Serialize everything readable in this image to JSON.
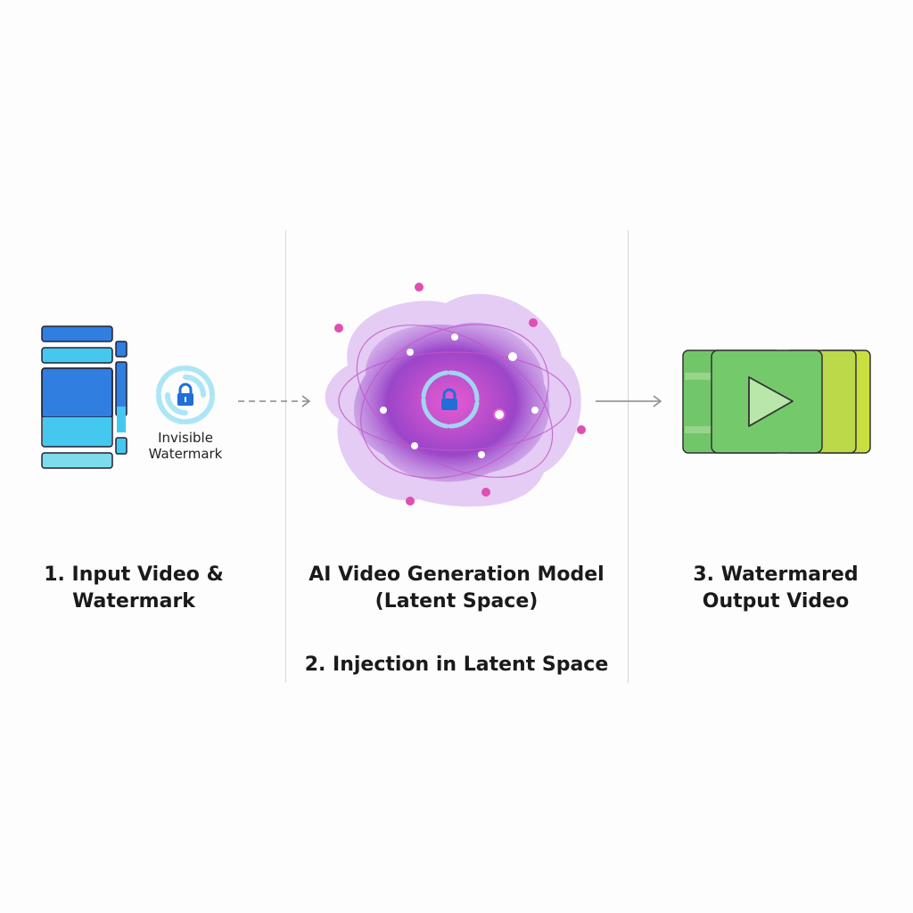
{
  "stages": [
    {
      "title_line1": "1. Input Video &",
      "title_line2": "Watermark",
      "icon": "video-frames-icon",
      "sub_icon": "lock-swirl-icon",
      "sub_label_line1": "Invisible",
      "sub_label_line2": "Watermark"
    },
    {
      "title_line1": "AI Video Generation Model",
      "title_line2": "(Latent Space)",
      "caption": "2. Injection in Latent Space",
      "icon": "latent-space-cloud-icon"
    },
    {
      "title_line1": "3. Watermared",
      "title_line2": "Output Video",
      "icon": "play-video-icon"
    }
  ],
  "colors": {
    "blue_dark": "#2f7ee0",
    "blue_light": "#45c8ef",
    "purple": "#a46ad8",
    "magenta": "#d64fc9",
    "green": "#74c96a",
    "lime": "#c9df3f"
  }
}
